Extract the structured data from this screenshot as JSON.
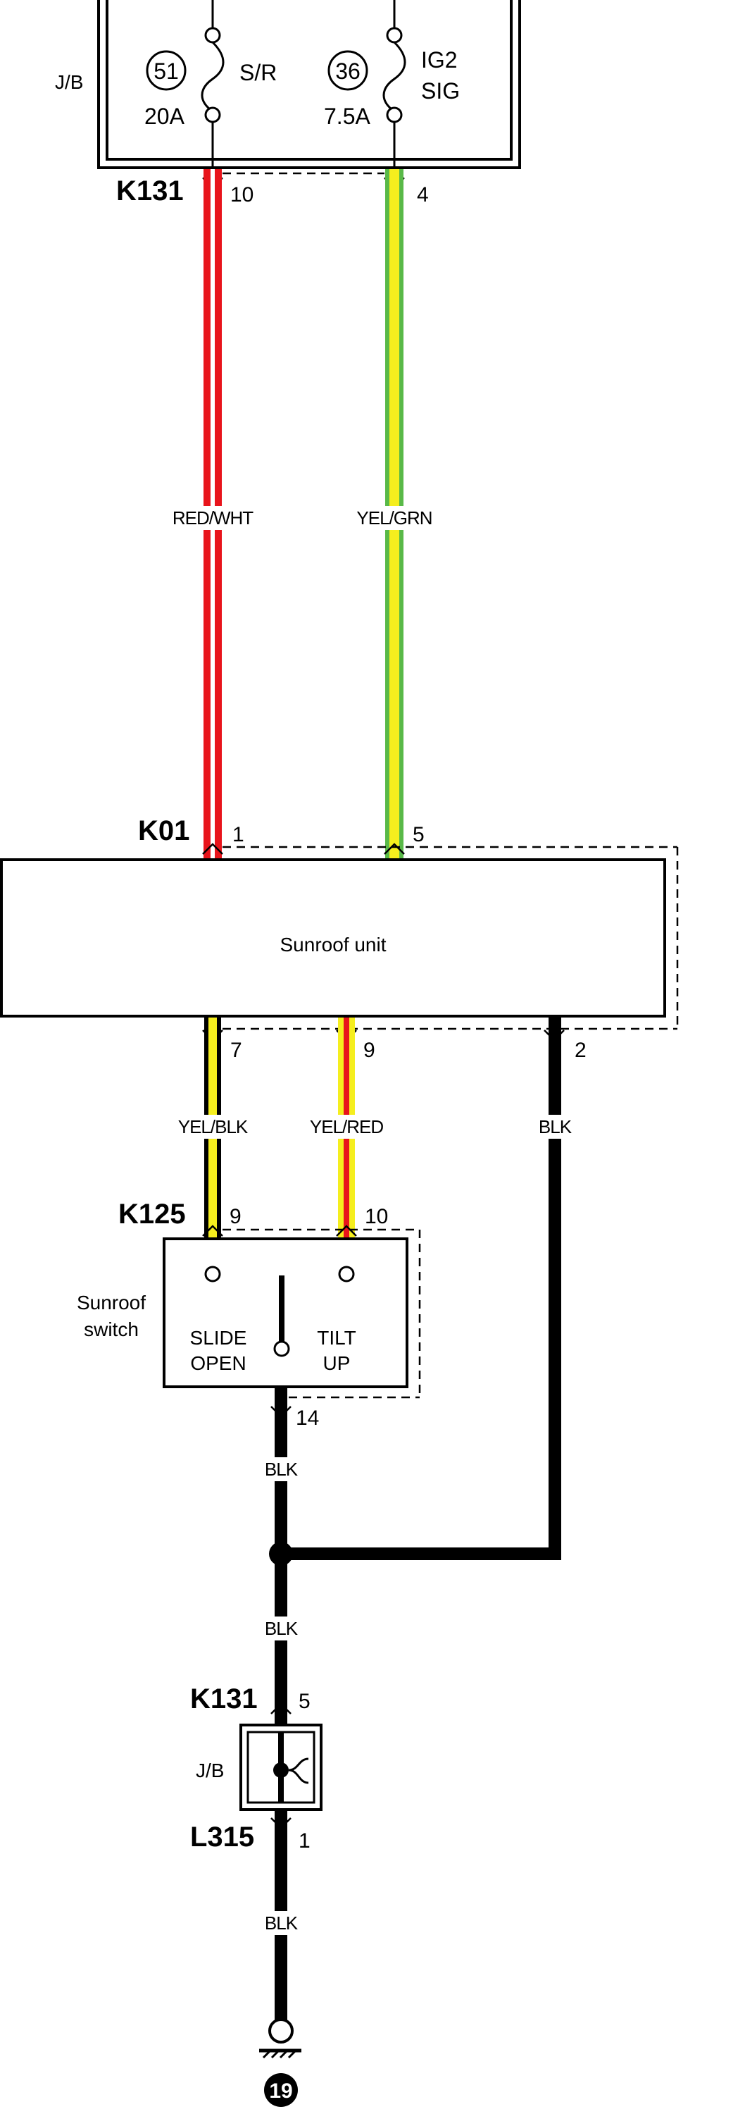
{
  "junction_box": {
    "label": "J/B",
    "fuses": [
      {
        "number": "51",
        "name": "S/R",
        "rating": "20A"
      },
      {
        "number": "36",
        "name_line1": "IG2",
        "name_line2": "SIG",
        "rating": "7.5A"
      }
    ]
  },
  "connectors": {
    "k131_top": {
      "name": "K131",
      "pin_a": "10",
      "pin_b": "4"
    },
    "k01": {
      "name": "K01",
      "pin_a": "1",
      "pin_b": "5",
      "pin_c": "7",
      "pin_d": "9",
      "pin_e": "2"
    },
    "k125": {
      "name": "K125",
      "pin_a": "9",
      "pin_b": "10",
      "pin_c": "14"
    },
    "k131_bottom": {
      "name": "K131",
      "pin": "5"
    },
    "l315": {
      "name": "L315",
      "pin": "1"
    }
  },
  "wires": {
    "red_wht": "RED/WHT",
    "yel_grn": "YEL/GRN",
    "yel_blk": "YEL/BLK",
    "yel_red": "YEL/RED",
    "blk_unit": "BLK",
    "blk_switch": "BLK",
    "blk_joint": "BLK",
    "blk_ground": "BLK"
  },
  "sunroof_unit": {
    "label": "Sunroof unit"
  },
  "sunroof_switch": {
    "label_line1": "Sunroof",
    "label_line2": "switch",
    "slide_line1": "SLIDE",
    "slide_line2": "OPEN",
    "tilt_line1": "TILT",
    "tilt_line2": "UP"
  },
  "junction_box_bottom": {
    "label": "J/B"
  },
  "ground": {
    "number": "19"
  },
  "colors": {
    "red": "#e8141b",
    "yellow": "#f5ee1e",
    "green": "#59b948",
    "black": "#000000"
  }
}
